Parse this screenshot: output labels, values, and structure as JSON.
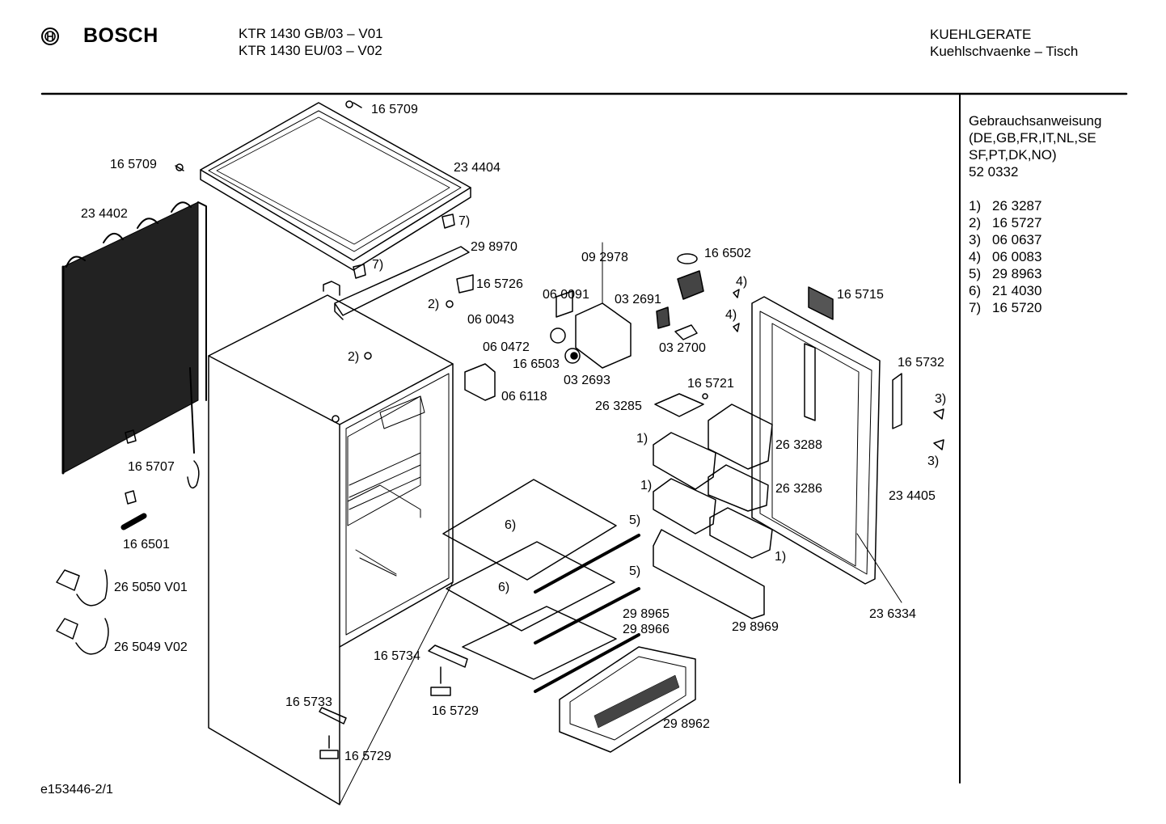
{
  "header": {
    "brand": "BOSCH",
    "model_line_1": "KTR 1430 GB/03 – V01",
    "model_line_2": "KTR 1430 EU/03 – V02",
    "category_line_1": "KUEHLGERATE",
    "category_line_2": "Kuehlschvaenke – Tisch"
  },
  "side_panel": {
    "manual_title": "Gebrauchsanweisung",
    "manual_langs_1": "(DE,GB,FR,IT,NL,SE",
    "manual_langs_2": "SF,PT,DK,NO)",
    "manual_number": "52 0332",
    "notes": [
      {
        "key": "1)",
        "value": "26 3287"
      },
      {
        "key": "2)",
        "value": "16 5727"
      },
      {
        "key": "3)",
        "value": "06 0637"
      },
      {
        "key": "4)",
        "value": "06 0083"
      },
      {
        "key": "5)",
        "value": "29 8963"
      },
      {
        "key": "6)",
        "value": "21 4030"
      },
      {
        "key": "7)",
        "value": "16 5720"
      }
    ]
  },
  "part_labels": {
    "p165709_top": "16 5709",
    "p165709_left": "16 5709",
    "p234404": "23 4404",
    "p234402": "23 4402",
    "n7_a": "7)",
    "n7_b": "7)",
    "p298970": "29 8970",
    "p165726": "16 5726",
    "n2_a": "2)",
    "n2_b": "2)",
    "p092978": "09 2978",
    "p060091": "06 0091",
    "p032691": "03 2691",
    "p166502": "16 6502",
    "n4_a": "4)",
    "n4_b": "4)",
    "p165715": "16 5715",
    "p060043": "06 0043",
    "p060472": "06 0472",
    "p166503": "16 6503",
    "p032693": "03 2693",
    "p032700": "03 2700",
    "p066118": "06 6118",
    "p165721": "16 5721",
    "p263285": "26 3285",
    "p165732": "16 5732",
    "n3_a": "3)",
    "n3_b": "3)",
    "n1_a": "1)",
    "n1_b": "1)",
    "n1_c": "1)",
    "p263288": "26 3288",
    "p263286": "26 3286",
    "p234405": "23 4405",
    "p165707": "16 5707",
    "p166501": "16 6501",
    "n6_a": "6)",
    "n6_b": "6)",
    "n5_a": "5)",
    "n5_b": "5)",
    "p265050": "26 5050 V01",
    "p265049": "26 5049 V02",
    "p298965": "29 8965",
    "p298966": "29 8966",
    "p298969": "29 8969",
    "p236334": "23 6334",
    "p165734": "16 5734",
    "p165733": "16 5733",
    "p165729_a": "16 5729",
    "p165729_b": "16 5729",
    "p298962": "29 8962"
  },
  "footer": {
    "drawing_id": "e153446-2/1"
  }
}
